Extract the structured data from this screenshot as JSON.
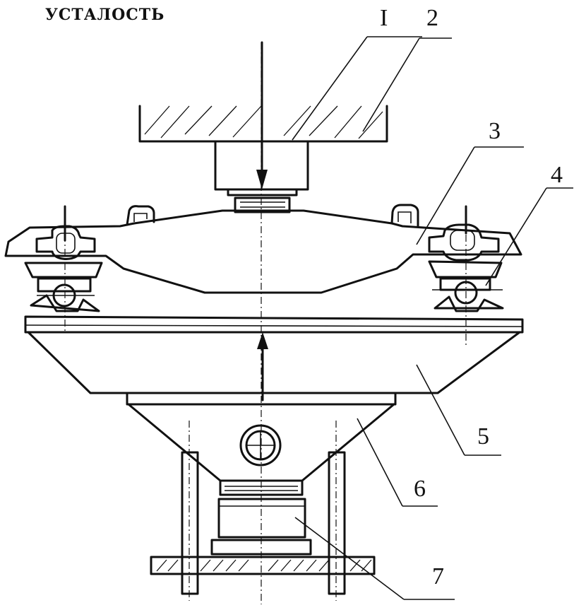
{
  "header": {
    "title": "УСТАЛОСТЬ"
  },
  "labels": {
    "l1": "I",
    "l2": "2",
    "l3": "3",
    "l4": "4",
    "l5": "5",
    "l6": "6",
    "l7": "7"
  }
}
